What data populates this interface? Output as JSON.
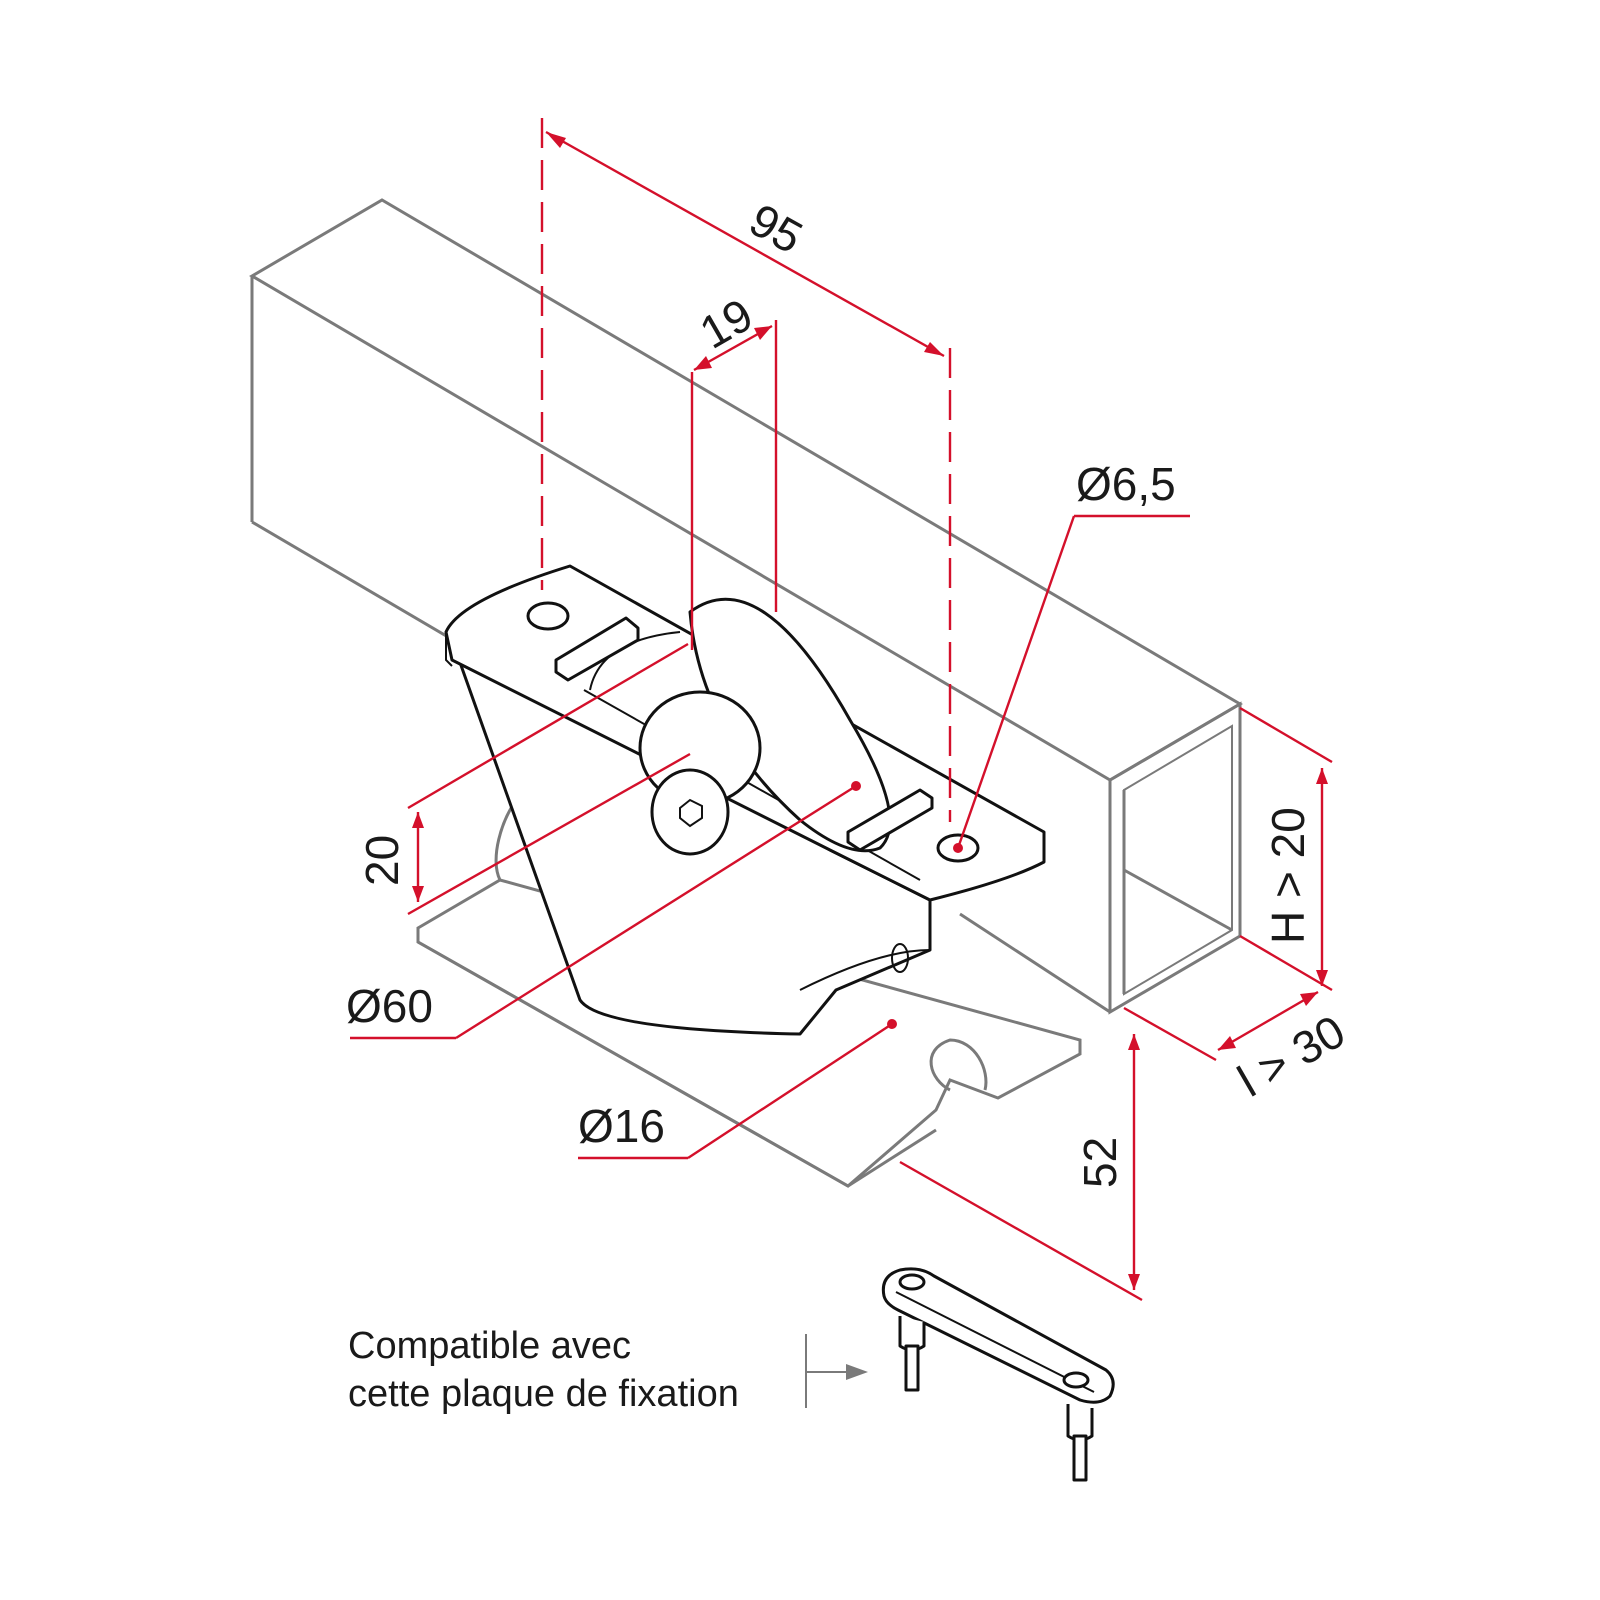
{
  "colors": {
    "dimension_line": "#d4102b",
    "profile_outline": "#7a7a7a",
    "part_outline": "#111111",
    "text": "#1a1a1a",
    "background": "#ffffff"
  },
  "dimensions": {
    "length_95": "95",
    "wheel_width_19": "19",
    "hole_diameter": "Ø6,5",
    "height_20": "20",
    "wheel_diameter": "Ø60",
    "rail_diameter": "Ø16",
    "total_height": "52",
    "profile_height": "H > 20",
    "profile_width": "l > 30"
  },
  "note": {
    "line1": "Compatible avec",
    "line2": "cette plaque de fixation"
  }
}
